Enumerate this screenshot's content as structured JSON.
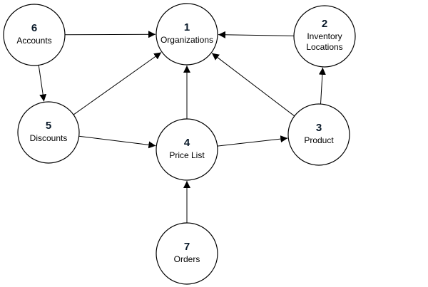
{
  "diagram": {
    "nodes": [
      {
        "id": "1",
        "number": "1",
        "label_lines": [
          "Organizations"
        ]
      },
      {
        "id": "2",
        "number": "2",
        "label_lines": [
          "Inventory",
          "Locations"
        ]
      },
      {
        "id": "3",
        "number": "3",
        "label_lines": [
          "Product"
        ]
      },
      {
        "id": "4",
        "number": "4",
        "label_lines": [
          "Price List"
        ]
      },
      {
        "id": "5",
        "number": "5",
        "label_lines": [
          "Discounts"
        ]
      },
      {
        "id": "6",
        "number": "6",
        "label_lines": [
          "Accounts"
        ]
      },
      {
        "id": "7",
        "number": "7",
        "label_lines": [
          "Orders"
        ]
      }
    ],
    "edges": [
      {
        "from": "6",
        "to": "1"
      },
      {
        "from": "2",
        "to": "1"
      },
      {
        "from": "6",
        "to": "5"
      },
      {
        "from": "5",
        "to": "1"
      },
      {
        "from": "4",
        "to": "1"
      },
      {
        "from": "3",
        "to": "1"
      },
      {
        "from": "3",
        "to": "2"
      },
      {
        "from": "5",
        "to": "4"
      },
      {
        "from": "4",
        "to": "3"
      },
      {
        "from": "7",
        "to": "4"
      }
    ]
  }
}
